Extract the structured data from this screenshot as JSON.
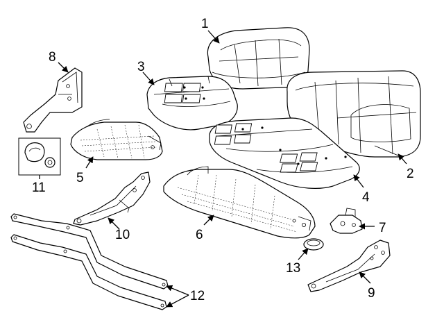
{
  "diagram": {
    "callouts": [
      {
        "id": "1",
        "text": "1"
      },
      {
        "id": "2",
        "text": "2"
      },
      {
        "id": "3",
        "text": "3"
      },
      {
        "id": "4",
        "text": "4"
      },
      {
        "id": "5",
        "text": "5"
      },
      {
        "id": "6",
        "text": "6"
      },
      {
        "id": "7",
        "text": "7"
      },
      {
        "id": "8",
        "text": "8"
      },
      {
        "id": "9",
        "text": "9"
      },
      {
        "id": "10",
        "text": "10"
      },
      {
        "id": "11",
        "text": "11"
      },
      {
        "id": "12",
        "text": "12"
      },
      {
        "id": "13",
        "text": "13"
      }
    ]
  }
}
